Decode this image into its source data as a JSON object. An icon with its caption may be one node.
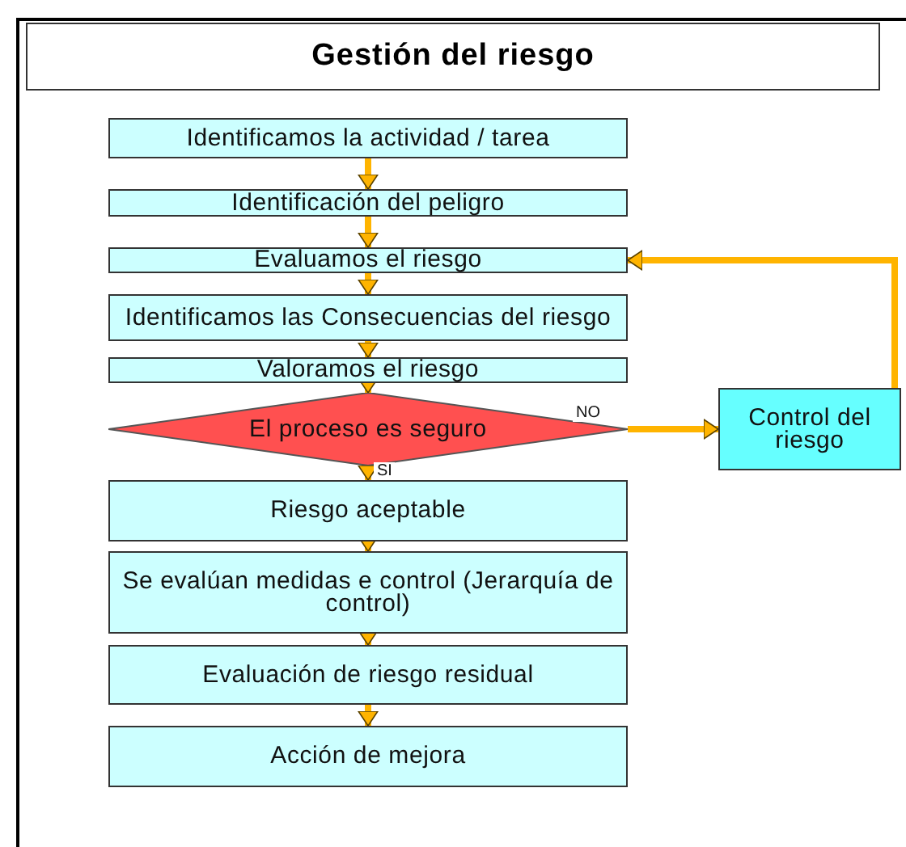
{
  "diagram": {
    "title": "Gestión del riesgo",
    "nodes": [
      {
        "text": [
          "Identificamos la actividad / tarea"
        ]
      },
      {
        "text": [
          "Identificación del peligro"
        ]
      },
      {
        "text": [
          "Evaluamos el riesgo"
        ]
      },
      {
        "text": [
          "Identificamos las Consecuencias del riesgo"
        ]
      },
      {
        "text": [
          "Valoramos el riesgo"
        ]
      },
      {
        "text": [
          "El proceso es seguro"
        ]
      },
      {
        "text": [
          "Control del riesgo"
        ]
      },
      {
        "text": [
          "Riesgo aceptable"
        ]
      },
      {
        "text": [
          "Se evalúan medidas e control (Jerarquía de control)"
        ]
      },
      {
        "text": [
          "Evaluación de riesgo residual"
        ]
      },
      {
        "text": [
          "Acción de mejora"
        ]
      }
    ],
    "edges": [
      {
        "from": 0,
        "to": 1,
        "arrow": "to"
      },
      {
        "from": 1,
        "to": 2,
        "arrow": "to"
      },
      {
        "from": 2,
        "to": 3,
        "arrow": "to"
      },
      {
        "from": 3,
        "to": 4,
        "arrow": "to"
      },
      {
        "from": 4,
        "to": 5,
        "arrow": "to"
      },
      {
        "from": 5,
        "to": 6,
        "arrow": "to",
        "label": "NO"
      },
      {
        "from": 6,
        "to": 2,
        "arrow": "to"
      },
      {
        "from": 5,
        "to": 7,
        "arrow": "to",
        "label": "SI"
      },
      {
        "from": 7,
        "to": 8,
        "arrow": "to"
      },
      {
        "from": 8,
        "to": 9,
        "arrow": "to"
      },
      {
        "from": 9,
        "to": 10,
        "arrow": "to"
      }
    ]
  }
}
